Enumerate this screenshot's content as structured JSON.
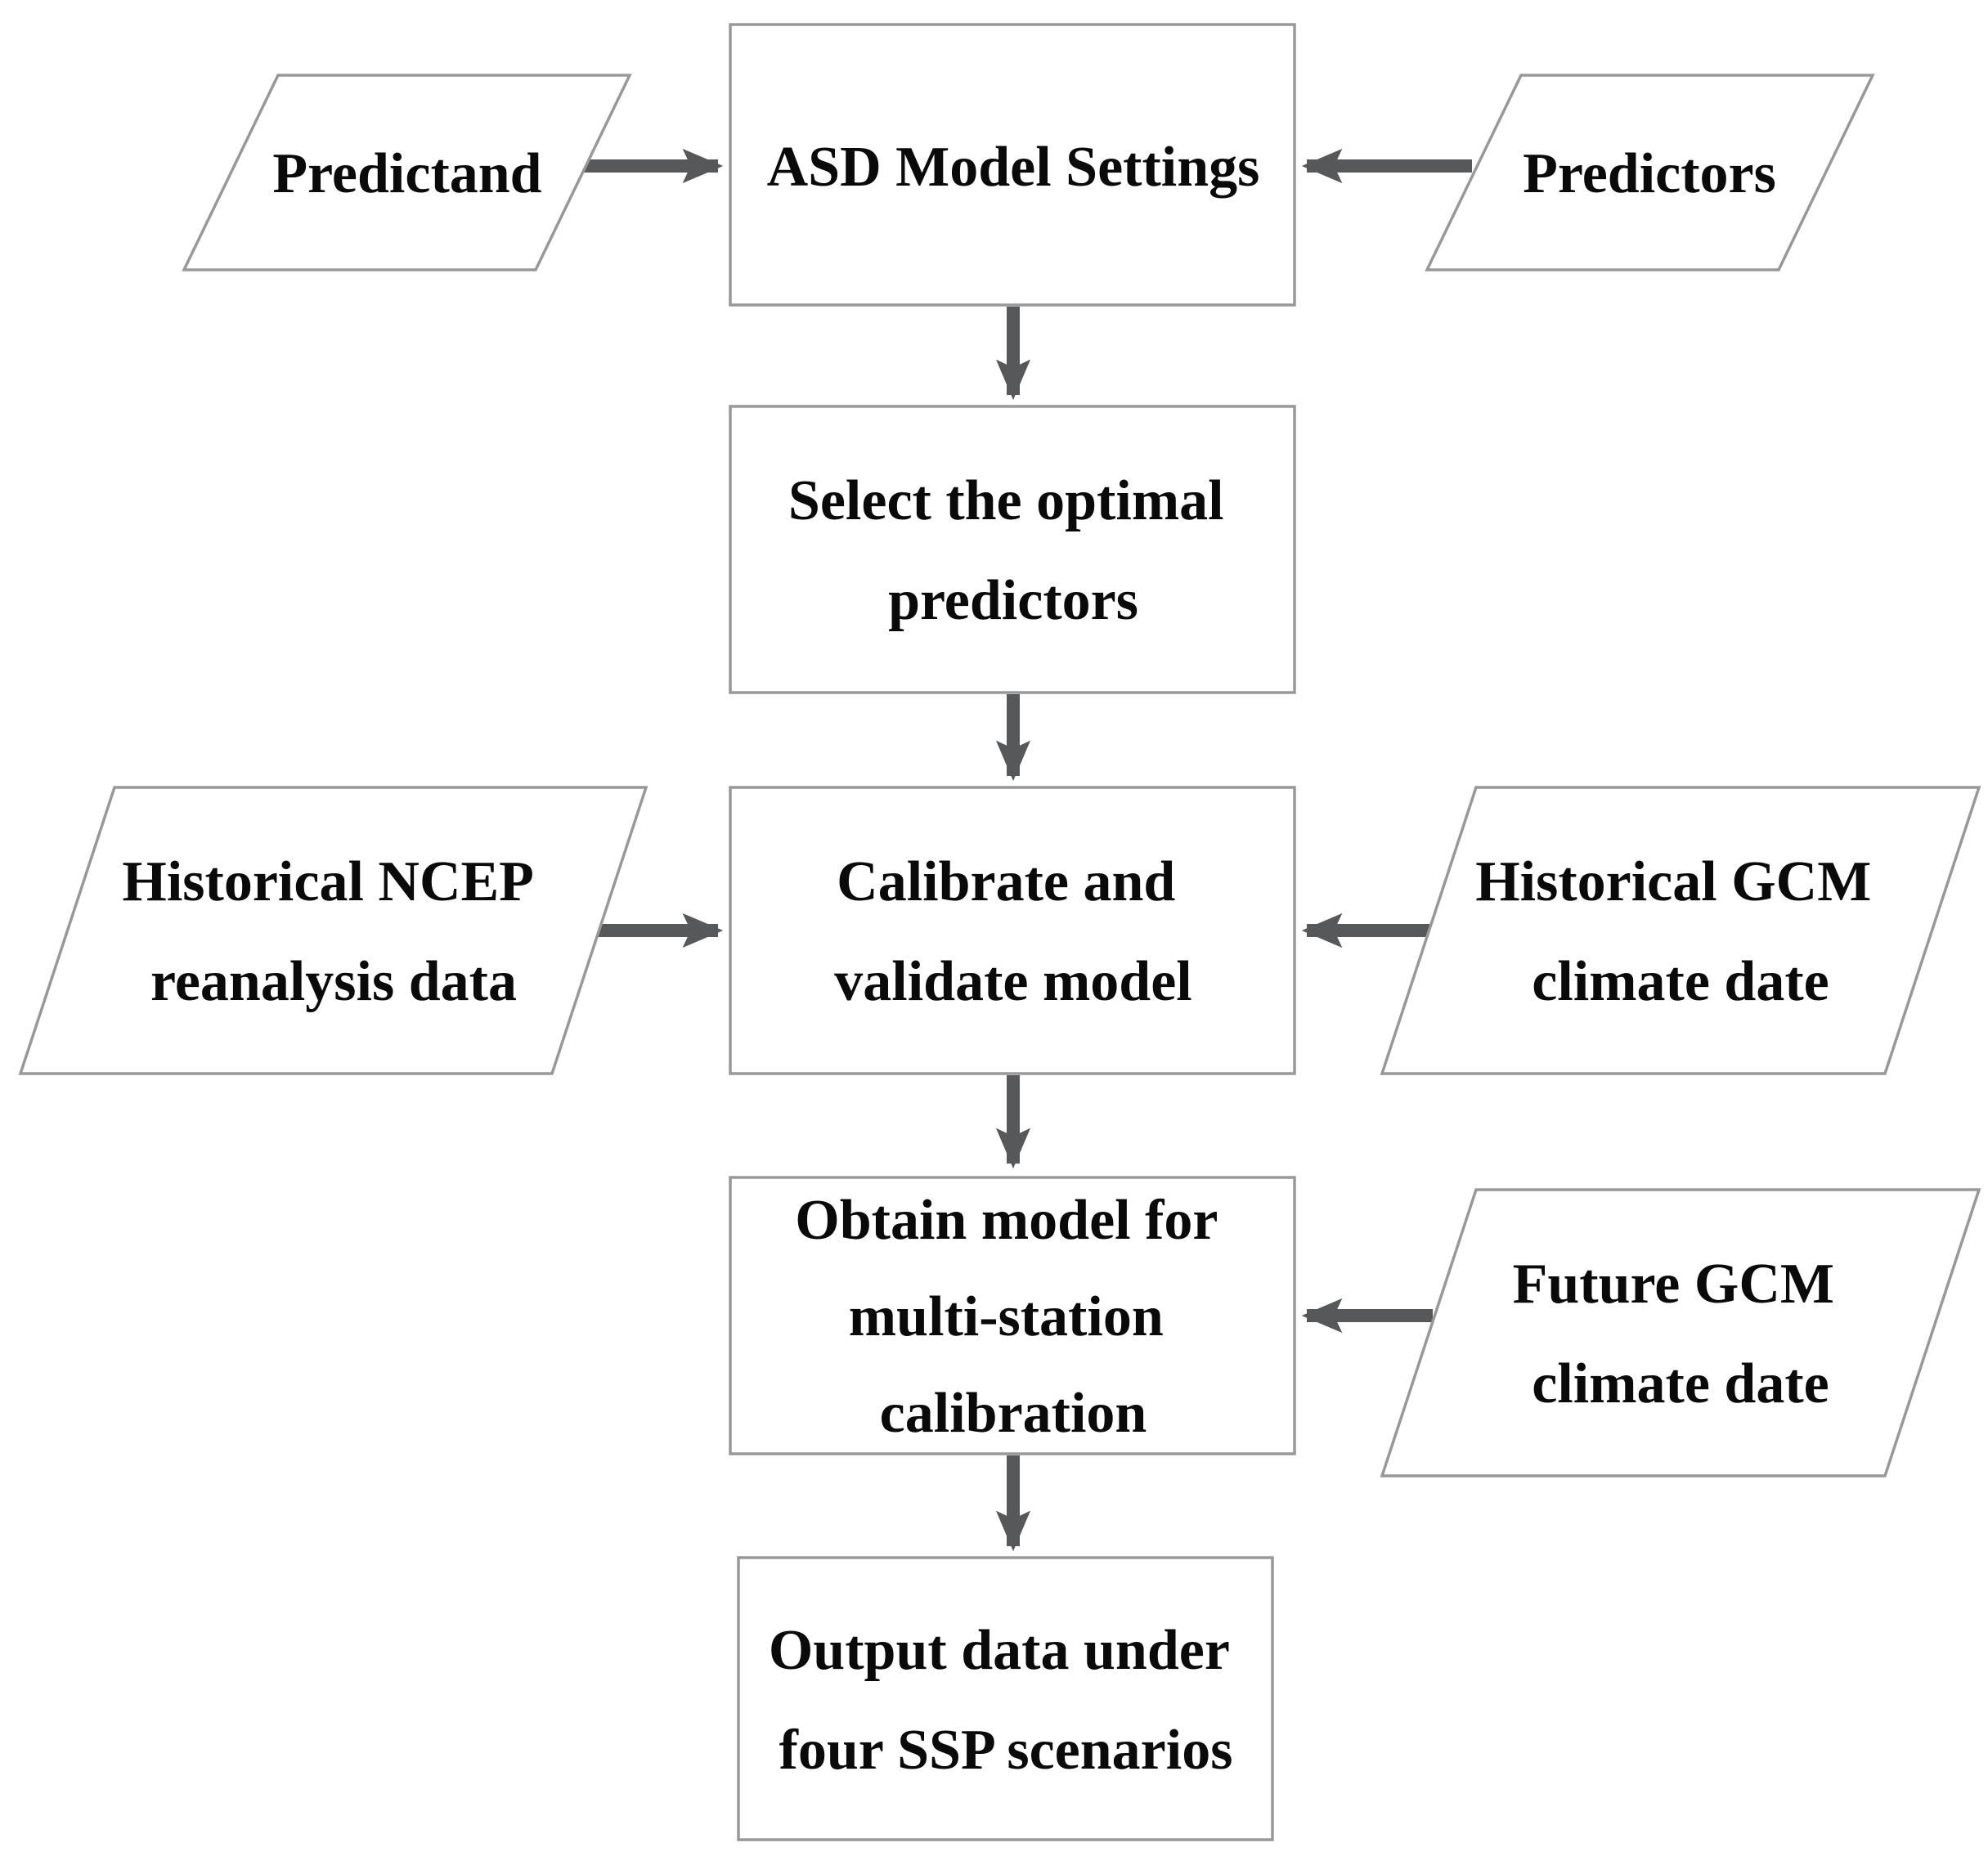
{
  "diagram": {
    "type": "flowchart",
    "colors": {
      "background": "#ffffff",
      "shape_fill": "#ffffff",
      "border": "#989898",
      "arrow": "#57585a",
      "text": "#0a0a0a"
    },
    "nodes": {
      "predictand": {
        "shape": "parallelogram",
        "lines": [
          "Predictand"
        ]
      },
      "asd_model_settings": {
        "shape": "rectangle",
        "lines": [
          "ASD Model Settings"
        ]
      },
      "predictors": {
        "shape": "parallelogram",
        "lines": [
          "Predictors"
        ]
      },
      "select_optimal": {
        "shape": "rectangle",
        "lines": [
          "Select the optimal",
          "predictors"
        ]
      },
      "historical_ncep": {
        "shape": "parallelogram",
        "lines": [
          "Historical NCEP",
          "reanalysis data"
        ]
      },
      "calibrate_validate": {
        "shape": "rectangle",
        "lines": [
          "Calibrate and",
          "validate model"
        ]
      },
      "historical_gcm": {
        "shape": "parallelogram",
        "lines": [
          "Historical GCM",
          "climate date"
        ]
      },
      "obtain_model": {
        "shape": "rectangle",
        "lines": [
          "Obtain model for",
          "multi-station",
          "calibration"
        ]
      },
      "future_gcm": {
        "shape": "parallelogram",
        "lines": [
          "Future GCM",
          "climate date"
        ]
      },
      "output_ssp": {
        "shape": "rectangle",
        "lines": [
          "Output data under",
          "four SSP scenarios"
        ]
      }
    },
    "arrows": [
      {
        "from": "predictand",
        "to": "asd_model_settings"
      },
      {
        "from": "predictors",
        "to": "asd_model_settings"
      },
      {
        "from": "asd_model_settings",
        "to": "select_optimal"
      },
      {
        "from": "select_optimal",
        "to": "calibrate_validate"
      },
      {
        "from": "historical_ncep",
        "to": "calibrate_validate"
      },
      {
        "from": "historical_gcm",
        "to": "calibrate_validate"
      },
      {
        "from": "calibrate_validate",
        "to": "obtain_model"
      },
      {
        "from": "future_gcm",
        "to": "obtain_model"
      },
      {
        "from": "obtain_model",
        "to": "output_ssp"
      }
    ]
  }
}
